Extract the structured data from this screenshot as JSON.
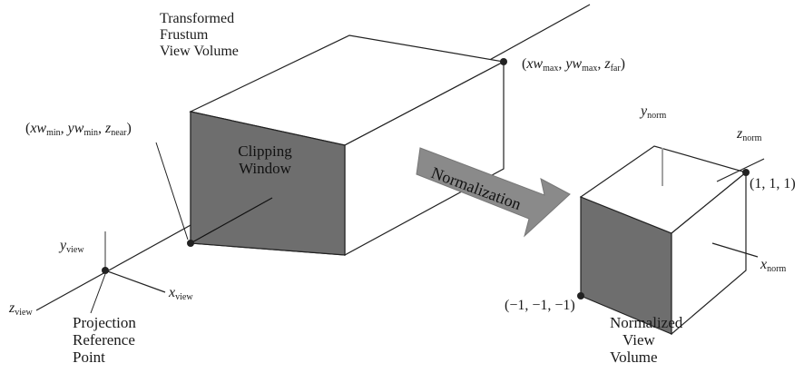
{
  "labels": {
    "transformed_frustum": [
      "Transformed",
      "Frustum",
      "View Volume"
    ],
    "clipping_window": [
      "Clipping",
      "Window"
    ],
    "normalization": "Normalization",
    "projection_ref": [
      "Projection",
      "Reference",
      "Point"
    ],
    "normalized_volume": [
      "Normalized",
      "View",
      "Volume"
    ]
  },
  "coords": {
    "min_point": {
      "x": "xw",
      "x_sub": "min",
      "y": "yw",
      "y_sub": "min",
      "z": "z",
      "z_sub": "near"
    },
    "max_point": {
      "x": "xw",
      "x_sub": "max",
      "y": "yw",
      "y_sub": "max",
      "z": "z",
      "z_sub": "far"
    },
    "cube_max": "(1, 1, 1)",
    "cube_min": "(−1, −1, −1)"
  },
  "axes": {
    "y_view": {
      "base": "y",
      "sub": "view"
    },
    "x_view": {
      "base": "x",
      "sub": "view"
    },
    "z_view": {
      "base": "z",
      "sub": "view"
    },
    "y_norm": {
      "base": "y",
      "sub": "norm"
    },
    "z_norm": {
      "base": "z",
      "sub": "norm"
    },
    "x_norm": {
      "base": "x",
      "sub": "norm"
    }
  },
  "colors": {
    "face_dark": "#6e6e6e",
    "arrow_fill": "#8a8a8a",
    "stroke": "#222222"
  }
}
